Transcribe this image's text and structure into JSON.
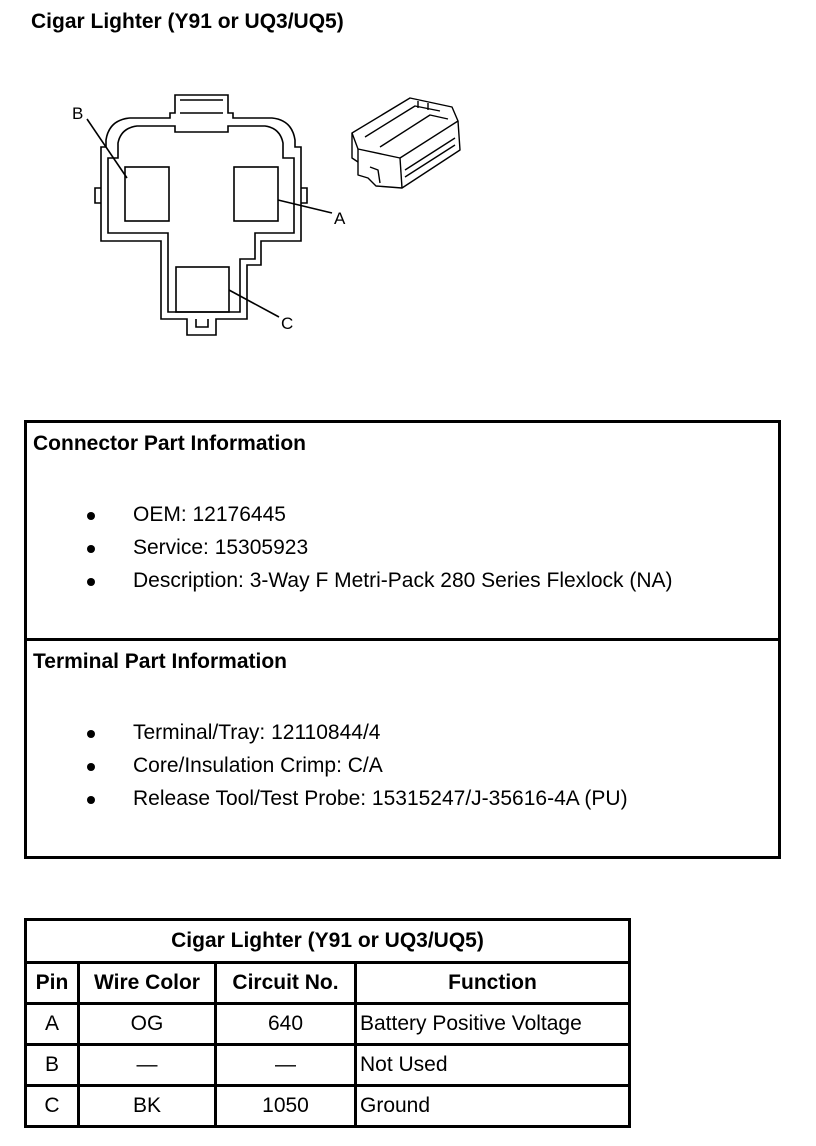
{
  "title": "Cigar Lighter (Y91 or UQ3/UQ5)",
  "diagram": {
    "label_a": "A",
    "label_b": "B",
    "label_c": "C"
  },
  "connector_info": {
    "heading": "Connector Part Information",
    "items": [
      "OEM: 12176445",
      "Service: 15305923",
      "Description: 3-Way F Metri-Pack 280 Series Flexlock (NA)"
    ]
  },
  "terminal_info": {
    "heading": "Terminal Part Information",
    "items": [
      "Terminal/Tray: 12110844/4",
      "Core/Insulation Crimp: C/A",
      "Release Tool/Test Probe: 15315247/J-35616-4A (PU)"
    ]
  },
  "pin_table": {
    "caption": "Cigar Lighter (Y91 or UQ3/UQ5)",
    "headers": [
      "Pin",
      "Wire Color",
      "Circuit No.",
      "Function"
    ],
    "rows": [
      [
        "A",
        "OG",
        "640",
        "Battery Positive Voltage"
      ],
      [
        "B",
        "—",
        "—",
        "Not Used"
      ],
      [
        "C",
        "BK",
        "1050",
        "Ground"
      ]
    ]
  }
}
